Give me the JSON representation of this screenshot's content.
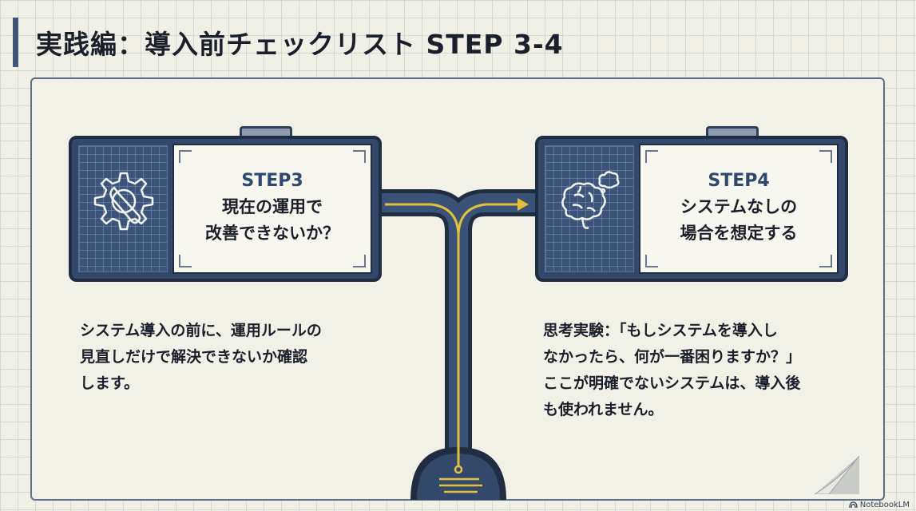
{
  "title": "実践編：導入前チェックリスト STEP 3-4",
  "steps": [
    {
      "label": "STEP3",
      "lines": [
        "現在の運用で",
        "改善できないか？"
      ],
      "icon": "gear-wrench-icon",
      "description": [
        "システム導入の前に、運用ルールの",
        "見直しだけで解決できないか確認",
        "します。"
      ]
    },
    {
      "label": "STEP4",
      "lines": [
        "システムなしの",
        "場合を想定する"
      ],
      "icon": "brain-thought-icon",
      "description": [
        "思考実験：「もしシステムを導入し",
        "なかったら、何が一番困りますか？」",
        "ここが明確でないシステムは、導入後",
        "も使われません。"
      ]
    }
  ],
  "brand": "NotebookLM",
  "colors": {
    "navy": "#33486a",
    "dark": "#1f2c42",
    "accent": "#e2bf3c",
    "background": "#f1f0e6"
  }
}
